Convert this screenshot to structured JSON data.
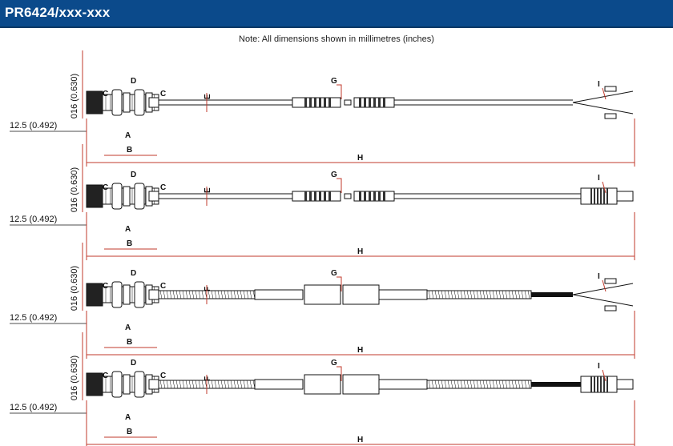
{
  "header": {
    "title": "PR6424/xxx-xxx",
    "color": "#0b4a8b"
  },
  "note": "Note: All dimensions shown in millimetres (inches)",
  "drawings": [
    {
      "variant": "armored-none-leads",
      "cable": "E",
      "end": "leads",
      "dims": {
        "height": "016 (0.630)",
        "width": "12.5 (0.492)"
      },
      "labels": {
        "A": "A",
        "B": "B",
        "C": "C",
        "D": "D",
        "E": "E",
        "G": "G",
        "H": "H",
        "I": "I"
      }
    },
    {
      "variant": "unarmored-connector",
      "cable": "E",
      "end": "connector",
      "dims": {
        "height": "016 (0.630)",
        "width": "12.5 (0.492)"
      },
      "labels": {
        "A": "A",
        "B": "B",
        "C": "C",
        "D": "D",
        "E": "E",
        "G": "G",
        "H": "H",
        "I": "I"
      }
    },
    {
      "variant": "armored-leads",
      "cable": "F",
      "end": "leads",
      "dims": {
        "height": "016 (0.630)",
        "width": "12.5 (0.492)"
      },
      "labels": {
        "A": "A",
        "B": "B",
        "C": "C",
        "D": "D",
        "F": "F",
        "G": "G",
        "H": "H",
        "I": "I"
      }
    },
    {
      "variant": "armored-connector",
      "cable": "F",
      "end": "connector",
      "dims": {
        "height": "016 (0.630)",
        "width": "12.5 (0.492)"
      },
      "labels": {
        "A": "A",
        "B": "B",
        "C": "C",
        "D": "D",
        "F": "F",
        "G": "G",
        "H": "H",
        "I": "I"
      }
    }
  ]
}
